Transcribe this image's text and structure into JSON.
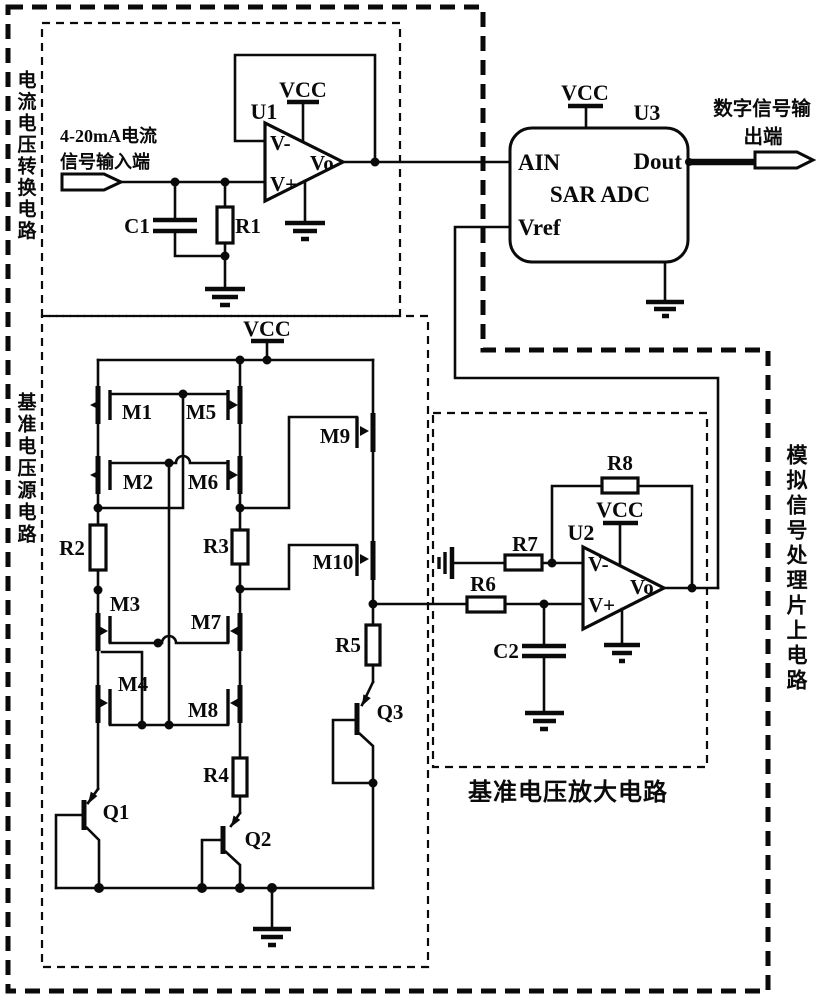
{
  "regions": {
    "current_voltage_converter": "电流电压转换电路",
    "reference_voltage_source": "基准电压源电路",
    "reference_voltage_amplifier": "基准电压放大电路",
    "analog_onchip": "模拟信号处理片上电路"
  },
  "io": {
    "input_label_line1": "4-20mA电流",
    "input_label_line2": "信号输入端",
    "output_label_line1": "数字信号输",
    "output_label_line2": "出端"
  },
  "u1": {
    "ref": "U1",
    "power": "VCC",
    "in_neg": "V-",
    "in_pos": "V+",
    "out": "Vo"
  },
  "u2": {
    "ref": "U2",
    "power": "VCC",
    "in_neg": "V-",
    "in_pos": "V+",
    "out": "Vo"
  },
  "u3": {
    "ref": "U3",
    "name": "SAR ADC",
    "pin_ain": "AIN",
    "pin_dout": "Dout",
    "pin_vref": "Vref",
    "power": "VCC"
  },
  "ref_source": {
    "power": "VCC"
  },
  "components": {
    "c1": "C1",
    "c2": "C2",
    "r1": "R1",
    "r2": "R2",
    "r3": "R3",
    "r4": "R4",
    "r5": "R5",
    "r6": "R6",
    "r7": "R7",
    "r8": "R8",
    "m1": "M1",
    "m2": "M2",
    "m3": "M3",
    "m4": "M4",
    "m5": "M5",
    "m6": "M6",
    "m7": "M7",
    "m8": "M8",
    "m9": "M9",
    "m10": "M10",
    "q1": "Q1",
    "q2": "Q2",
    "q3": "Q3"
  },
  "colors": {
    "ink": "#0a0a0a",
    "paper": "#ffffff"
  }
}
